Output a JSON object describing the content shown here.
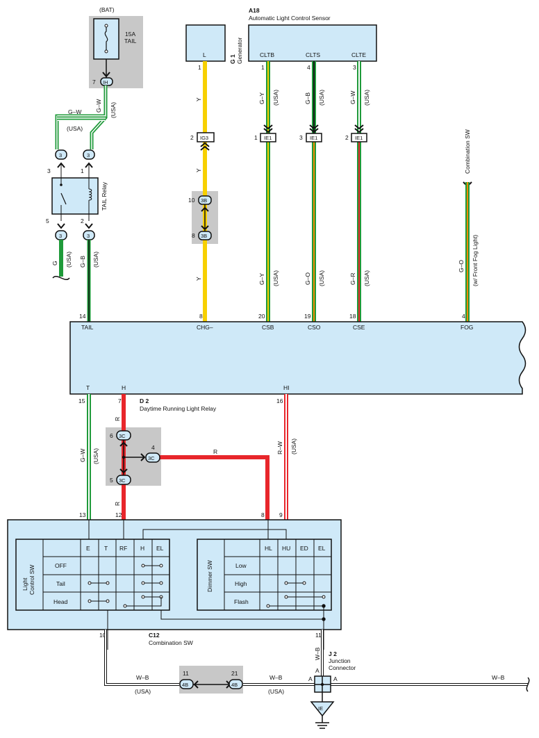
{
  "colors": {
    "green": "#1f9a3a",
    "yellow": "#f7d000",
    "red": "#e8262b",
    "box_fill": "#cfe9f8",
    "gray": "#c8c8c8",
    "line": "#1a1a1a"
  },
  "battery": {
    "label": "(BAT)",
    "fuse": "15A\nTAIL",
    "pin": "7",
    "conn": "IH"
  },
  "tail_relay": {
    "label": "TAIL Relay",
    "wire_top_a": "G–W",
    "wire_top_a_note": "(USA)",
    "wire_top_b": "G–W",
    "wire_top_b_note": "(USA)",
    "conn": "3",
    "pins_top": [
      "3",
      "1"
    ],
    "pins_bottom": [
      "5",
      "2"
    ],
    "wire_out_a": "G",
    "wire_out_a_note": "(USA)",
    "wire_out_b": "G–B",
    "wire_out_b_note": "(USA)"
  },
  "generator": {
    "id": "G 1",
    "name": "Generator",
    "terminal": "L",
    "pin": "1",
    "wire": "Y",
    "conn_ig3_pin": "2",
    "conn_ig3": "IG3",
    "conn_3b_pins": [
      "10",
      "8"
    ],
    "conn_3b": "3B"
  },
  "sensor": {
    "id": "A18",
    "name": "Automatic Light Control Sensor",
    "terminals": [
      "CLTB",
      "CLTS",
      "CLTE"
    ],
    "pins": [
      "1",
      "4",
      "3"
    ],
    "wires": [
      "G–Y",
      "G–B",
      "G–W"
    ],
    "wire_notes": [
      "(USA)",
      "(USA)",
      "(USA)"
    ],
    "ie1_pins": [
      "1",
      "3",
      "2"
    ],
    "ie1": "IE1",
    "lower_wires": [
      "G–Y",
      "G–O",
      "G–R"
    ],
    "lower_notes": [
      "(USA)",
      "(USA)",
      "(USA)"
    ]
  },
  "combination_sw_top": {
    "label": "Combination SW",
    "wire": "G–O",
    "note": "(w/ Front Fog Light)"
  },
  "drl_relay": {
    "id": "D 2",
    "name": "Daytime Running Light Relay",
    "top_pins": [
      "14",
      "8",
      "20",
      "19",
      "18",
      "4"
    ],
    "top_terms": [
      "TAIL",
      "CHG–",
      "CSB",
      "CSO",
      "CSE",
      "FOG"
    ],
    "bottom_terms": [
      "T",
      "H",
      "HI"
    ],
    "bottom_pins": [
      "15",
      "7",
      "16"
    ]
  },
  "lower_wires": {
    "gw": "G–W",
    "gw_note": "(USA)",
    "r1": "R",
    "r2": "R",
    "rh": "R",
    "rw": "R–W",
    "rw_note": "(USA)",
    "conn_3c": "3C",
    "conn_3c_pins": [
      "6",
      "4",
      "5"
    ]
  },
  "combo_switch": {
    "id": "C12",
    "name": "Combination SW",
    "pins_top": [
      "13",
      "12",
      "8",
      "9"
    ],
    "pins_bottom": [
      "10",
      "11"
    ],
    "light_label": "Light\nControl SW",
    "light_cols": [
      "E",
      "T",
      "RF",
      "H",
      "EL"
    ],
    "light_rows": [
      "OFF",
      "Tail",
      "Head"
    ],
    "dimmer_label": "Dimmer SW",
    "dimmer_cols": [
      "HL",
      "HU",
      "ED",
      "EL"
    ],
    "dimmer_rows": [
      "Low",
      "High",
      "Flash"
    ]
  },
  "ground": {
    "wire_wb": "W–B",
    "conn_4b": "4B",
    "conn_4b_pins": [
      "11",
      "21"
    ],
    "note": "(USA)",
    "j2_id": "J 2",
    "j2_name": "Junction\nConnector",
    "pin_a": "A",
    "ground_id": "IE"
  }
}
